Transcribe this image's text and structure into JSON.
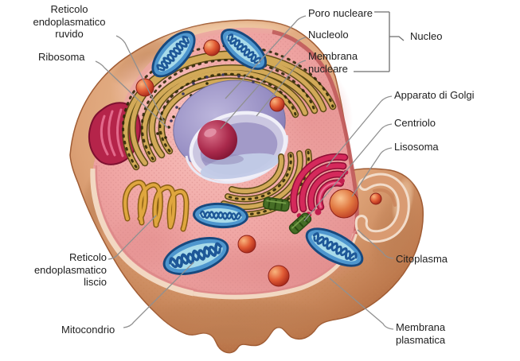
{
  "diagram": {
    "type": "animal-cell-anatomy",
    "language": "Italian",
    "labels": {
      "reticolo_ruvido": "Reticolo endoplasmatico ruvido",
      "ribosoma": "Ribosoma",
      "poro_nucleare": "Poro nucleare",
      "nucleolo": "Nucleolo",
      "membrana_nucleare": "Membrana nucleare",
      "nucleo": "Nucleo",
      "apparato_golgi": "Apparato di Golgi",
      "centriolo": "Centriolo",
      "lisosoma": "Lisosoma",
      "citoplasma": "Citoplasma",
      "membrana_plasmatica": "Membrana plasmatica",
      "reticolo_liscio": "Reticolo endoplasmatico liscio",
      "mitocondrio": "Mitocondrio"
    },
    "colors": {
      "membrane_tan": "#d99b72",
      "cytoplasm_pink": "#f0a4a4",
      "nucleus_lavender": "#958cc2",
      "nucleolus_red": "#aa2a4c",
      "mitochondrion_blue": "#4e96ce",
      "lysosome_red": "#e05a34",
      "golgi_magenta": "#d5295b",
      "rough_er_tan": "#d2a958",
      "centriole_green": "#466e26",
      "leader_line_gray": "#909090",
      "label_text": "#1e1e1e",
      "background": "#ffffff"
    }
  }
}
